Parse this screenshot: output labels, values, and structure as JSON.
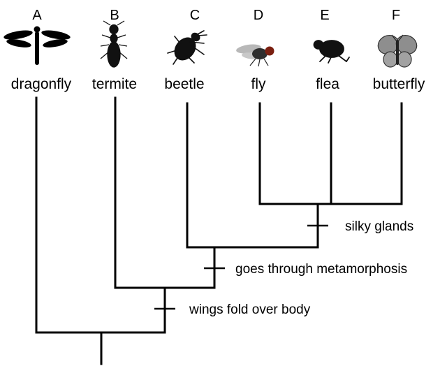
{
  "taxa": [
    {
      "letter": "A",
      "name": "dragonfly",
      "icon": "dragonfly-icon"
    },
    {
      "letter": "B",
      "name": "termite",
      "icon": "termite-icon"
    },
    {
      "letter": "C",
      "name": "beetle",
      "icon": "beetle-icon"
    },
    {
      "letter": "D",
      "name": "fly",
      "icon": "fly-icon"
    },
    {
      "letter": "E",
      "name": "flea",
      "icon": "flea-icon"
    },
    {
      "letter": "F",
      "name": "butterfly",
      "icon": "butterfly-icon"
    }
  ],
  "traits": [
    {
      "label": "wings fold over body"
    },
    {
      "label": "goes through metamorphosis"
    },
    {
      "label": "silky glands"
    }
  ]
}
